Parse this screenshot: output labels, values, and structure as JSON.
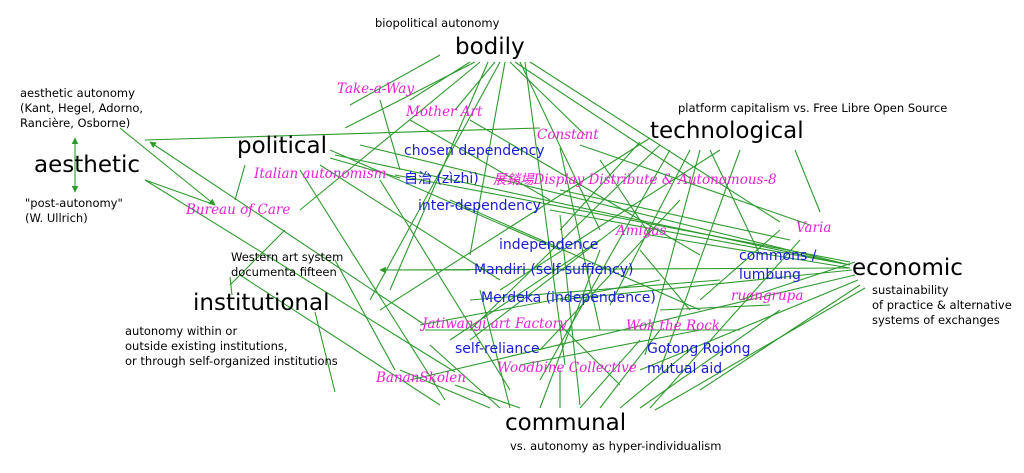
{
  "categories": {
    "bodily": "bodily",
    "political": "political",
    "aesthetic": "aesthetic",
    "technological": "technological",
    "economic": "economic",
    "institutional": "institutional",
    "communal": "communal"
  },
  "annotations": {
    "biopolitical": "biopolitical autonomy",
    "aesthetic_autonomy": [
      "aesthetic autonomy",
      "(Kant, Hegel, Adorno,",
      "Rancière, Osborne)"
    ],
    "post_autonomy": [
      "\"post-autonomy\"",
      "(W. Ullrich)"
    ],
    "platform": "platform capitalism vs. Free Libre Open Source",
    "sustainability": [
      "sustainability",
      "of practice & alternative",
      "systems of exchanges"
    ],
    "western_art": [
      "Western art system",
      "documenta fifteen"
    ],
    "institutional_note": [
      "autonomy within or",
      "outside existing institutions,",
      "or through self-organized institutions"
    ],
    "hyper_individualism": "vs. autonomy as hyper-individualism"
  },
  "concepts": {
    "chosen_dependency": "chosen dependency",
    "zizhi": "自治 (zìzhì)",
    "inter_dependency": "inter-dependency",
    "independence": "independence",
    "mandiri": "Mandiri (self-suffiency)",
    "commons": [
      "commons /",
      "lumbung"
    ],
    "merdeka": "Merdeka (independence)",
    "self_reliance": "self-reliance",
    "gotong_rojong": "Gotong Rojong",
    "mutual_aid": "mutual aid"
  },
  "initiatives": {
    "take_a_way": "Take-a-Way",
    "mother_art": "Mother Art",
    "constant": "Constant",
    "italian_autonomism": "Italian autonomism",
    "display_distribute": "展銷場Display Distribute & Autonomous-8",
    "bureau_of_care": "Bureau of Care",
    "amigas": "Amigas",
    "varia": "Varia",
    "ruangrupa": "ruangrupa",
    "jatiwangi": "Jatiwangi art Factory",
    "wok_the_rock": "Wok the Rock",
    "woodbine": "Woodbine Collective",
    "banan_skolen": "BananSkolen"
  },
  "colors": {
    "line": "#2e9a2e",
    "concept": "#1a1ad9",
    "initiative": "#e622d6",
    "category": "#000000"
  }
}
